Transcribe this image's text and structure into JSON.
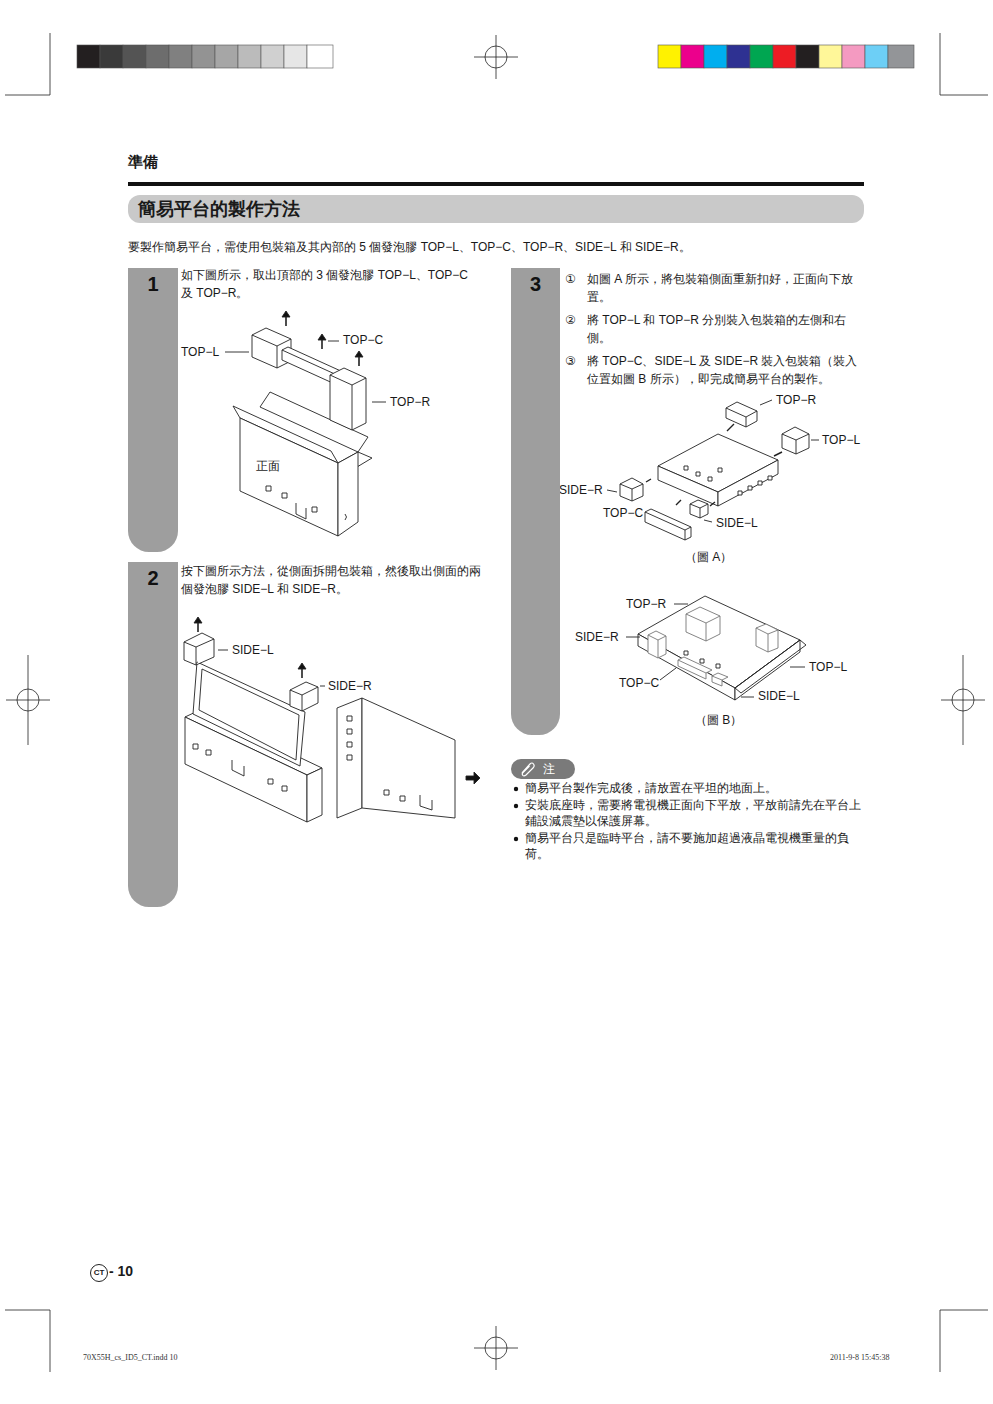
{
  "diagram": {
    "title": "簡易平台的製作方法",
    "nodes": [
      {
        "text": [
          "1"
        ]
      },
      {
        "text": [
          "2"
        ]
      },
      {
        "text": [
          "3"
        ]
      },
      {
        "text": [
          "注"
        ]
      },
      {
        "text": [
          "CT"
        ]
      }
    ],
    "labels": [
      "準備",
      "要製作簡易平台，需使用包裝箱及其內部的 5 個發泡膠 TOP−L、TOP−C、TOP−R、SIDE−L 和 SIDE−R。",
      "如下圖所示，取出頂部的 3 個發泡膠 TOP−L、TOP−C 及 TOP−R。",
      "TOP−L",
      "TOP−C",
      "TOP−R",
      "正面",
      "按下圖所示方法，從側面拆開包裝箱，然後取出側面的兩個發泡膠 SIDE−L 和 SIDE−R。",
      "SIDE−L",
      "SIDE−R",
      "①",
      "如圖 A 所示，將包裝箱側面重新扣好，正面向下放置。",
      "②",
      "將 TOP−L 和 TOP−R 分別裝入包裝箱的左側和右側。",
      "③",
      "將 TOP−C、SIDE−L 及 SIDE−R 裝入包裝箱（裝入位置如圖 B 所示），即完成簡易平台的製作。",
      "TOP−R",
      "TOP−L",
      "SIDE−R",
      "TOP−C",
      "SIDE−L",
      "（圖 A）",
      "TOP−R",
      "SIDE−R",
      "TOP−L",
      "TOP−C",
      "SIDE−L",
      "（圖 B）",
      "簡易平台製作完成後，請放置在平坦的地面上。",
      "安裝底座時，需要將電視機正面向下平放，平放前請先在平台上鋪設減震墊以保護屏幕。",
      "簡易平台只是臨時平台，請不要施加超過液晶電視機重量的負荷。",
      "- 10",
      "70X55H_cs_ID5_CT.indd 10",
      "2011-9-8 15:45:38"
    ]
  }
}
